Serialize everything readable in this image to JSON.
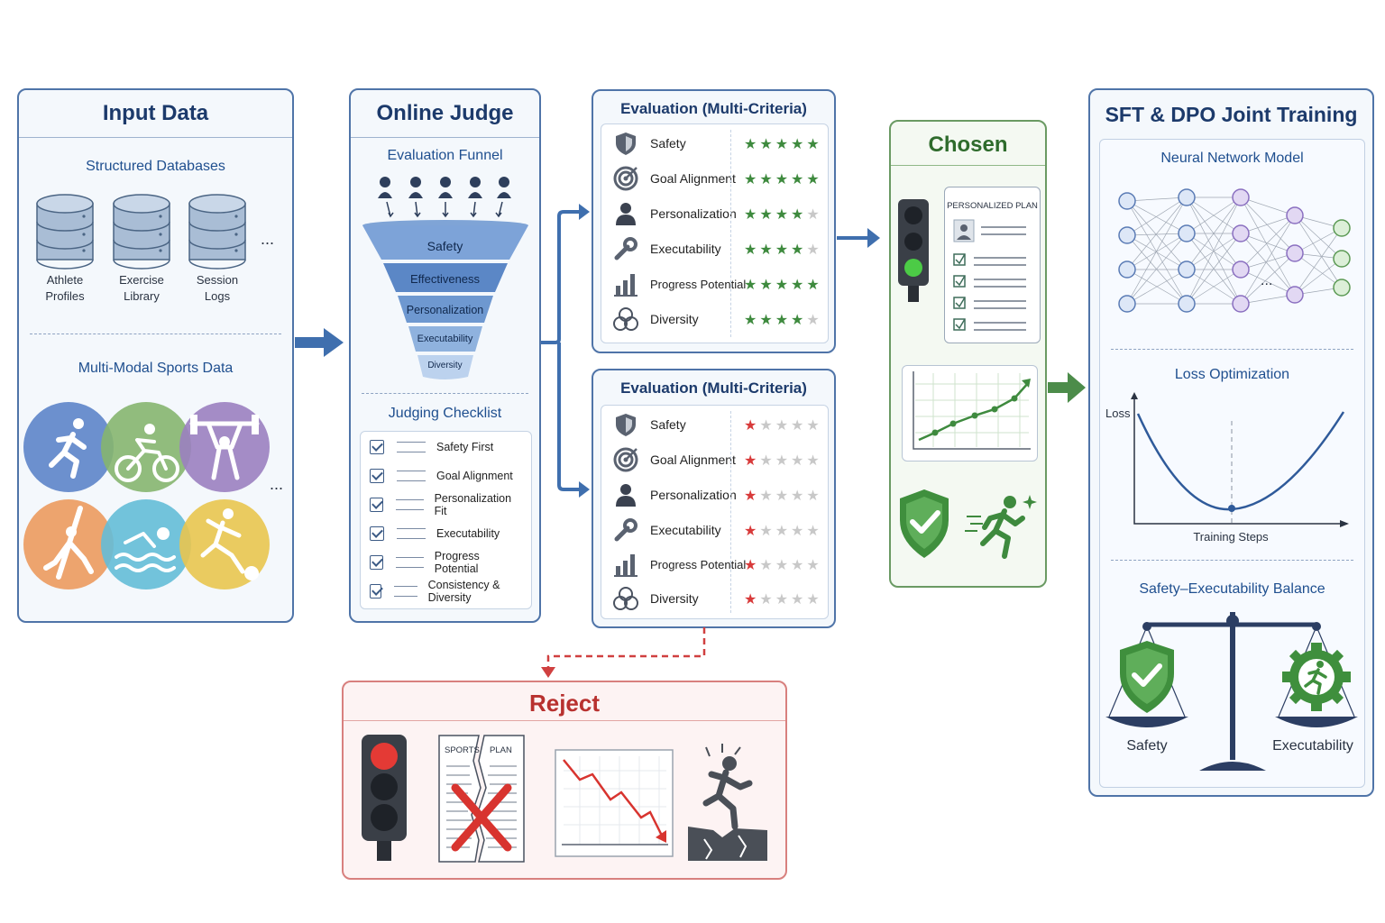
{
  "input": {
    "title": "Input Data",
    "structured_title": "Structured Databases",
    "databases": [
      {
        "line1": "Athlete",
        "line2": "Profiles"
      },
      {
        "line1": "Exercise",
        "line2": "Library"
      },
      {
        "line1": "Session",
        "line2": "Logs"
      }
    ],
    "ellipsis": "...",
    "multimodal_title": "Multi-Modal Sports Data",
    "sports": [
      "running-icon",
      "cycling-icon",
      "weightlifting-icon",
      "yoga-icon",
      "swimming-icon",
      "soccer-icon"
    ]
  },
  "judge": {
    "title": "Online Judge",
    "funnel_title": "Evaluation Funnel",
    "funnel_levels": [
      "Safety",
      "Effectiveness",
      "Personalization",
      "Executability",
      "Diversity"
    ],
    "checklist_title": "Judging Checklist",
    "checklist": [
      "Safety First",
      "Goal Alignment",
      "Personalization Fit",
      "Executability",
      "Progress Potential",
      "Consistency & Diversity"
    ]
  },
  "eval_top": {
    "title": "Evaluation (Multi-Criteria)",
    "criteria": [
      {
        "label": "Safety",
        "icon": "shield-icon",
        "rating": 5
      },
      {
        "label": "Goal Alignment",
        "icon": "target-icon",
        "rating": 5
      },
      {
        "label": "Personalization",
        "icon": "person-icon",
        "rating": 4
      },
      {
        "label": "Executability",
        "icon": "wrench-icon",
        "rating": 4
      },
      {
        "label": "Progress Potential",
        "icon": "bar-chart-icon",
        "rating": 5
      },
      {
        "label": "Diversity",
        "icon": "circles-icon",
        "rating": 4
      }
    ]
  },
  "eval_bottom": {
    "title": "Evaluation (Multi-Criteria)",
    "criteria": [
      {
        "label": "Safety",
        "icon": "shield-icon",
        "rating": 1
      },
      {
        "label": "Goal Alignment",
        "icon": "target-icon",
        "rating": 1
      },
      {
        "label": "Personalization",
        "icon": "person-icon",
        "rating": 1
      },
      {
        "label": "Executability",
        "icon": "wrench-icon",
        "rating": 1
      },
      {
        "label": "Progress Potential",
        "icon": "bar-chart-icon",
        "rating": 1
      },
      {
        "label": "Diversity",
        "icon": "circles-icon",
        "rating": 1
      }
    ]
  },
  "chosen": {
    "title": "Chosen",
    "plan_label": "PERSONALIZED PLAN"
  },
  "reject": {
    "title": "Reject",
    "doc_left": "SPORTS",
    "doc_right": "PLAN"
  },
  "training": {
    "title": "SFT & DPO Joint Training",
    "nn_title": "Neural Network Model",
    "nn_ellipsis": "...",
    "loss_title": "Loss Optimization",
    "loss_ylabel": "Loss",
    "loss_xlabel": "Training Steps",
    "balance_title": "Safety–Executability Balance",
    "balance_left": "Safety",
    "balance_right": "Executability"
  },
  "colors": {
    "panel_border": "#4f74a8",
    "arrow_blue": "#3f6fae",
    "chosen_green": "#4c8c4a",
    "reject_red": "#d04040",
    "star_green": "#3e8a3e",
    "star_red": "#d83a3a",
    "star_grey": "#c8c8c8"
  }
}
